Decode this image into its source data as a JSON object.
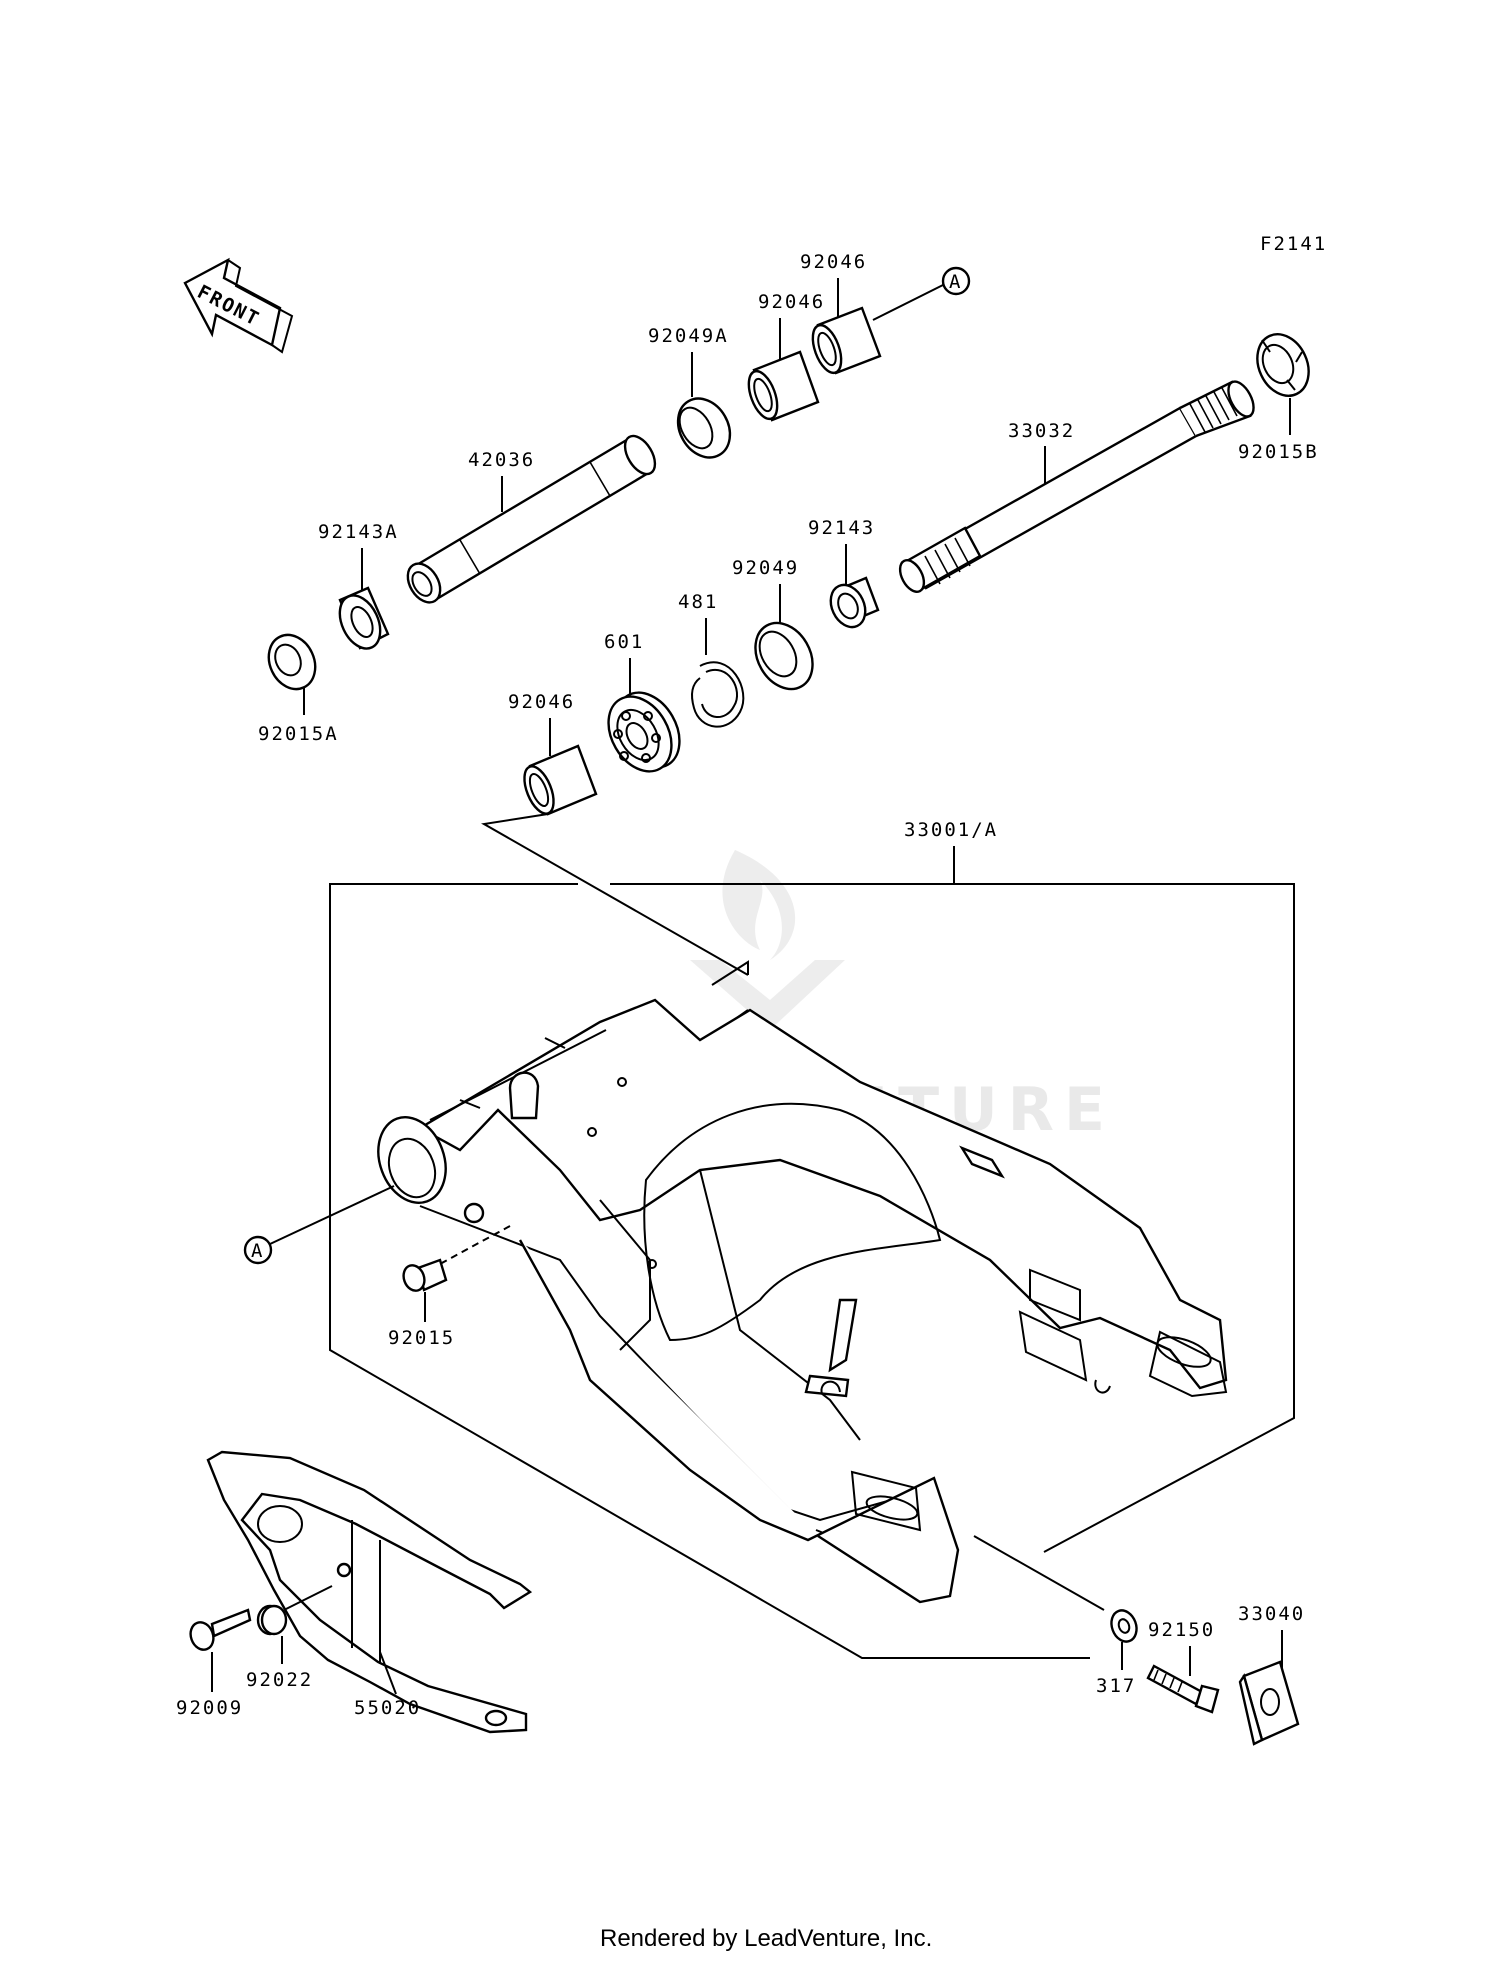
{
  "figure_code": "F2141",
  "front_arrow": {
    "label": "FRONT"
  },
  "watermark": "LEADVENTURE",
  "footer": "Rendered by LeadVenture, Inc.",
  "callout_a": "A",
  "parts": {
    "p92046_top": "92046",
    "p92046_mid": "92046",
    "p92049A": "92049A",
    "p33032": "33032",
    "p92015B": "92015B",
    "p42036": "42036",
    "p92143A": "92143A",
    "p92015A": "92015A",
    "p92143": "92143",
    "p92049": "92049",
    "p481": "481",
    "p601": "601",
    "p92046_low": "92046",
    "p33001A": "33001/A",
    "p92015": "92015",
    "p92022": "92022",
    "p92009": "92009",
    "p55020": "55020",
    "p92150": "92150",
    "p33040": "33040",
    "p317": "317"
  }
}
